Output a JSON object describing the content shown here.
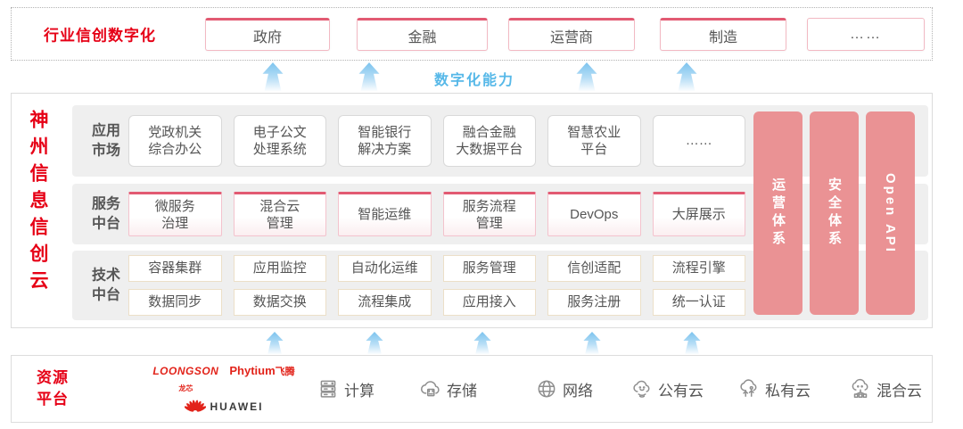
{
  "top_section": {
    "label": "行业信创数字化",
    "industries": [
      "政府",
      "金融",
      "运营商",
      "制造",
      "……"
    ]
  },
  "capability_label": "数字化能力",
  "platform": {
    "title": "神州信息信创云",
    "rows": [
      {
        "label": "应用\n市场",
        "cards": [
          "党政机关\n综合办公",
          "电子公文\n处理系统",
          "智能银行\n解决方案",
          "融合金融\n大数据平台",
          "智慧农业\n平台",
          "……"
        ]
      },
      {
        "label": "服务\n中台",
        "cards": [
          "微服务\n治理",
          "混合云\n管理",
          "智能运维",
          "服务流程\n管理",
          "DevOps",
          "大屏展示"
        ]
      },
      {
        "label": "技术\n中台",
        "cards_top": [
          "容器集群",
          "应用监控",
          "自动化运维",
          "服务管理",
          "信创适配",
          "流程引擎"
        ],
        "cards_bottom": [
          "数据同步",
          "数据交换",
          "流程集成",
          "应用接入",
          "服务注册",
          "统一认证"
        ]
      }
    ],
    "pillars": [
      "运营体系",
      "安全体系",
      "Open API"
    ]
  },
  "resource_section": {
    "label": "资源\n平台",
    "vendors": {
      "loongson": "LOONGSON",
      "loongson_sub": "龙芯",
      "phytium": "Phytium",
      "phytium_sub": "飞腾",
      "huawei": "HUAWEI"
    },
    "resources": [
      {
        "icon": "compute-icon",
        "label": "计算"
      },
      {
        "icon": "storage-icon",
        "label": "存储"
      },
      {
        "icon": "network-icon",
        "label": "网络"
      },
      {
        "icon": "public-cloud-icon",
        "label": "公有云"
      },
      {
        "icon": "private-cloud-icon",
        "label": "私有云"
      },
      {
        "icon": "hybrid-cloud-icon",
        "label": "混合云"
      }
    ]
  },
  "colors": {
    "accent_red": "#e60016",
    "pillar_pink": "#ea9294",
    "capability_blue": "#56b8e8",
    "card_accent_pink": "#e25a72"
  }
}
